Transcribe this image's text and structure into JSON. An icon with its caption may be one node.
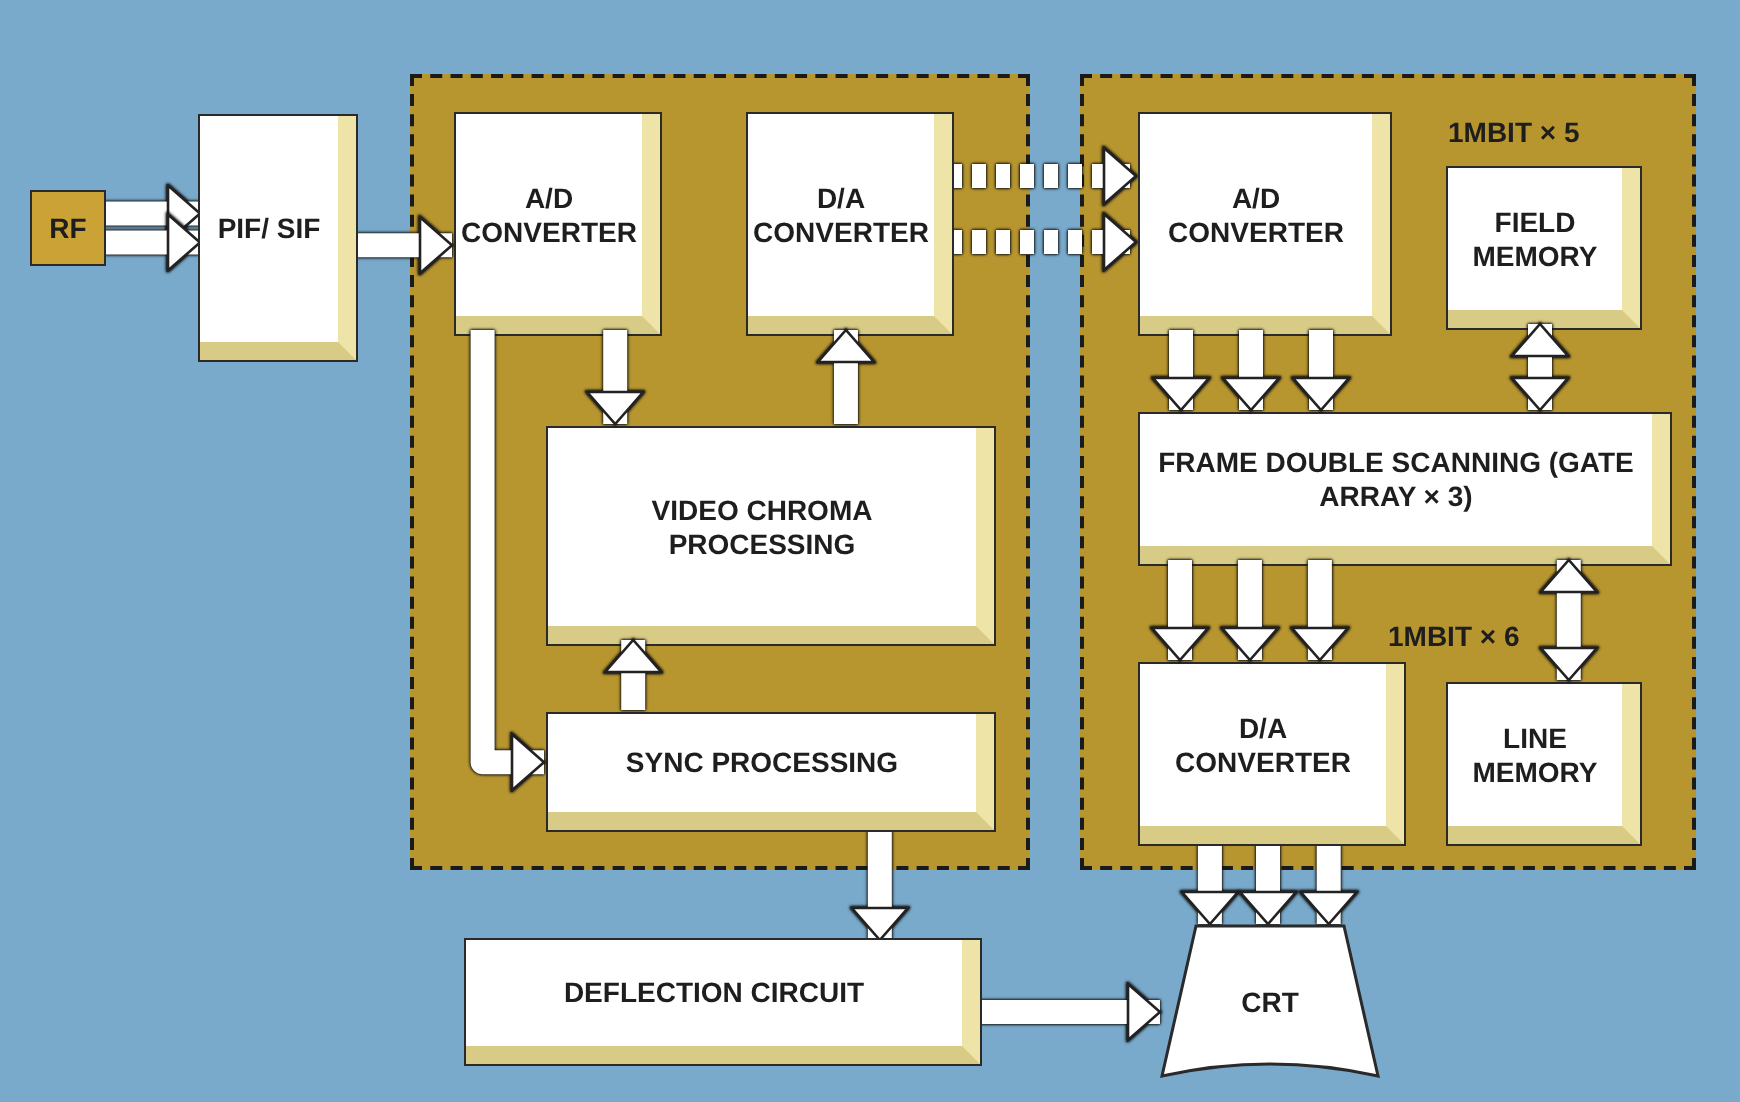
{
  "diagram": {
    "nodes": [
      {
        "text": [
          "RF"
        ]
      },
      {
        "text": [
          "PIF/ SIF"
        ]
      },
      {
        "text": [],
        "shape": "box"
      },
      {
        "text": [
          "A/D CONVERTER"
        ],
        "in": 2
      },
      {
        "text": [
          "D/A CONVERTER"
        ],
        "in": 2
      },
      {
        "text": [
          "VIDEO CHROMA PROCESSING"
        ],
        "in": 2
      },
      {
        "text": [
          "SYNC PROCESSING"
        ],
        "in": 2
      },
      {
        "text": [],
        "shape": "box"
      },
      {
        "text": [
          "A/D CONVERTER"
        ],
        "in": 7
      },
      {
        "text": [
          "FIELD MEMORY"
        ],
        "in": 7,
        "beside": [
          "1MBIT × 5"
        ]
      },
      {
        "text": [
          "FRAME DOUBLE SCANNING (GATE ARRAY × 3)"
        ],
        "in": 7
      },
      {
        "text": [
          "D/A CONVERTER"
        ],
        "in": 7
      },
      {
        "text": [
          "LINE MEMORY"
        ],
        "in": 7
      },
      {
        "text": [
          "DEFLECTION CIRCUIT"
        ]
      },
      {
        "text": [
          "CRT"
        ]
      }
    ],
    "edges": [
      {
        "from": 0,
        "to": 1,
        "arrow": "to"
      },
      {
        "from": 0,
        "to": 1,
        "arrow": "to"
      },
      {
        "from": 1,
        "to": 3,
        "arrow": "to"
      },
      {
        "from": 3,
        "to": 5,
        "arrow": "to"
      },
      {
        "from": 5,
        "to": 4,
        "arrow": "to"
      },
      {
        "from": 6,
        "to": 5,
        "arrow": "to"
      },
      {
        "from": 3,
        "to": 6,
        "arrow": "to"
      },
      {
        "from": 4,
        "to": 8,
        "arrow": "to",
        "style": "dashed"
      },
      {
        "from": 4,
        "to": 8,
        "arrow": "to",
        "style": "dashed"
      },
      {
        "from": 8,
        "to": 10,
        "arrow": "to"
      },
      {
        "from": 8,
        "to": 10,
        "arrow": "to"
      },
      {
        "from": 8,
        "to": 10,
        "arrow": "to"
      },
      {
        "from": 9,
        "to": 10,
        "arrow": "both"
      },
      {
        "from": 10,
        "to": 11,
        "arrow": "to"
      },
      {
        "from": 10,
        "to": 11,
        "arrow": "to"
      },
      {
        "from": 10,
        "to": 11,
        "arrow": "to"
      },
      {
        "from": 12,
        "to": 10,
        "arrow": "both"
      },
      {
        "from": 11,
        "to": 14,
        "arrow": "to"
      },
      {
        "from": 11,
        "to": 14,
        "arrow": "to"
      },
      {
        "from": 11,
        "to": 14,
        "arrow": "to"
      },
      {
        "from": 6,
        "to": 13,
        "arrow": "to"
      },
      {
        "from": 13,
        "to": 14,
        "arrow": "to"
      }
    ],
    "labels": [
      "1MBIT × 6"
    ]
  }
}
